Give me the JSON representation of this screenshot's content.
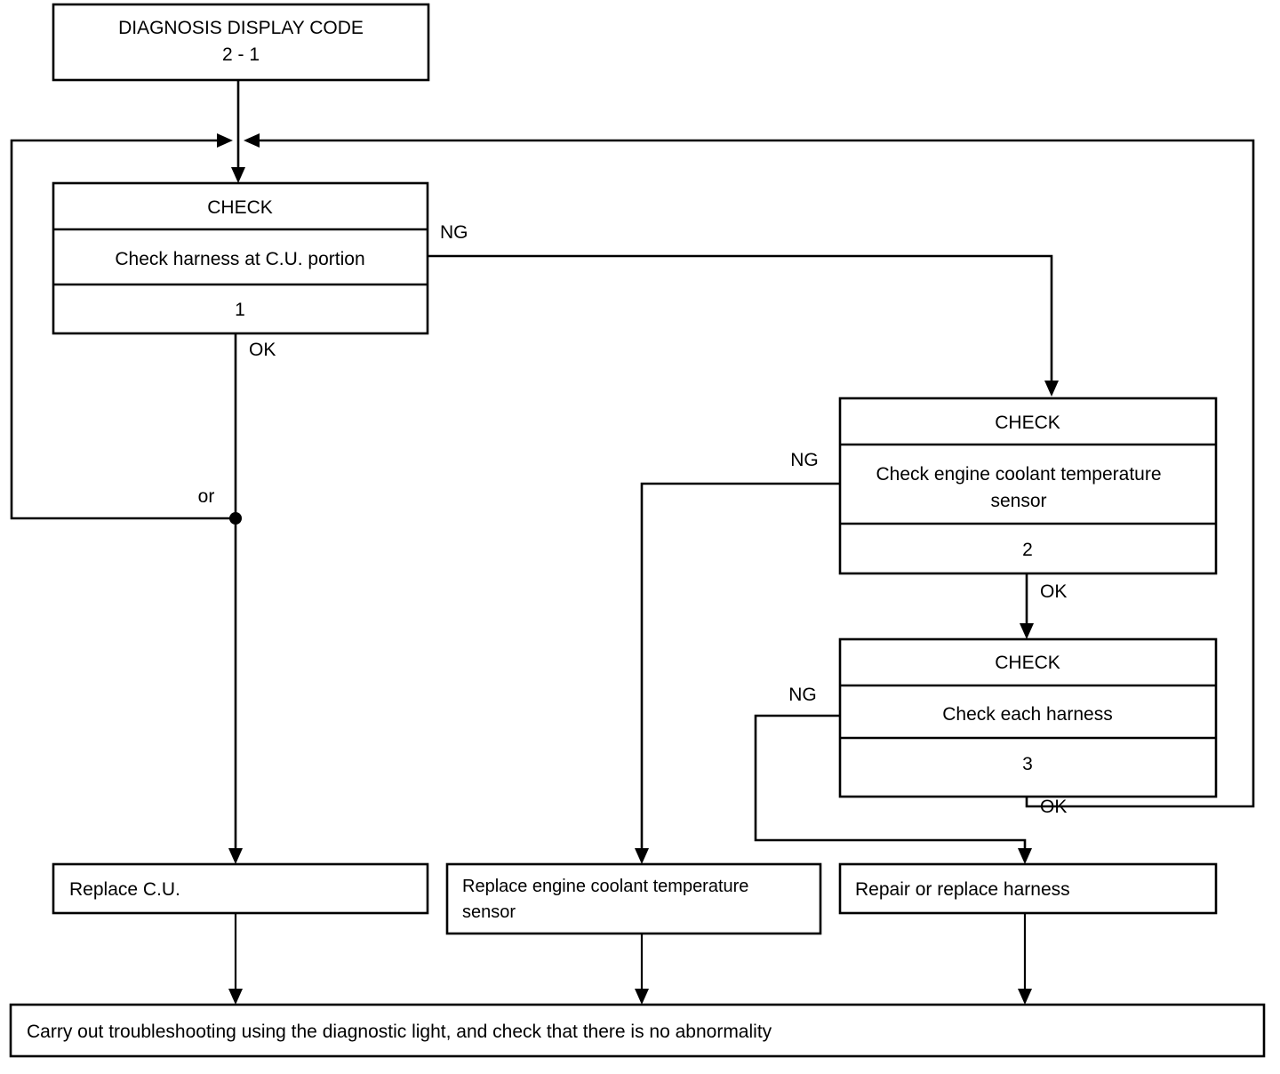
{
  "diagram": {
    "title_box": {
      "line1": "DIAGNOSIS DISPLAY CODE",
      "line2": "2 - 1"
    },
    "checks": [
      {
        "header": "CHECK",
        "body": "Check harness at C.U. portion",
        "number": "1",
        "ng_label": "NG",
        "ok_label": "OK"
      },
      {
        "header": "CHECK",
        "body_line1": "Check engine coolant temperature",
        "body_line2": "sensor",
        "number": "2",
        "ng_label": "NG",
        "ok_label": "OK"
      },
      {
        "header": "CHECK",
        "body": "Check each harness",
        "number": "3",
        "ng_label": "NG",
        "ok_label": "OK"
      }
    ],
    "or_label": "or",
    "actions": [
      {
        "text": "Replace C.U."
      },
      {
        "line1": "Replace engine coolant temperature",
        "line2": "sensor"
      },
      {
        "text": "Repair or replace harness"
      }
    ],
    "final_box": {
      "text": "Carry out troubleshooting using the diagnostic light, and check that there is no abnormality"
    },
    "colors": {
      "stroke": "#000000",
      "fill": "#ffffff",
      "text": "#000000"
    }
  }
}
